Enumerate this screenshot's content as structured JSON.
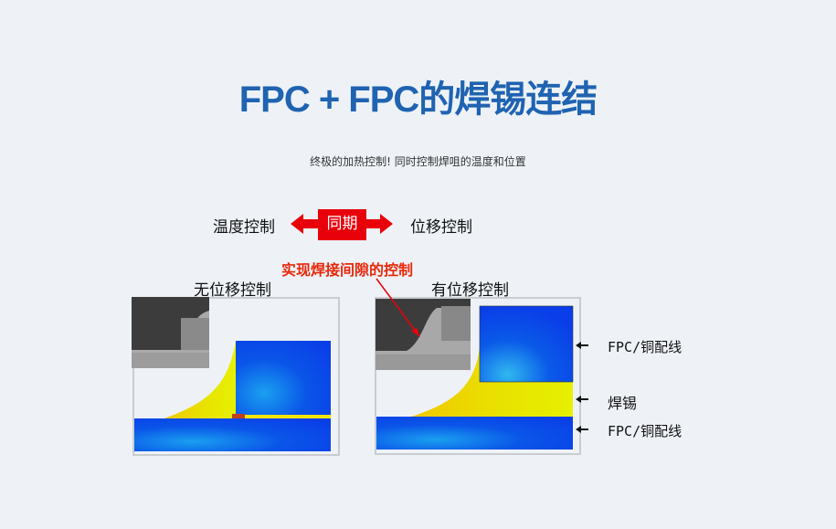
{
  "title": "FPC + FPC的焊锡连结",
  "subtitle": "终极的加热控制! 同时控制焊咀的温度和位置",
  "sync_row": {
    "left": "温度控制",
    "center": "同期",
    "right": "位移控制"
  },
  "callout": "实现焊接间隙的控制",
  "panels": {
    "left_title": "无位移控制",
    "right_title": "有位移控制"
  },
  "side_labels": [
    "FPC/铜配线",
    "焊锡",
    "FPC/铜配线"
  ],
  "colors": {
    "title": "#1f63b1",
    "accent_red": "#e8000b",
    "fpc_blue": "#0a3ee8",
    "solder_yellow": "#e8ee00"
  }
}
